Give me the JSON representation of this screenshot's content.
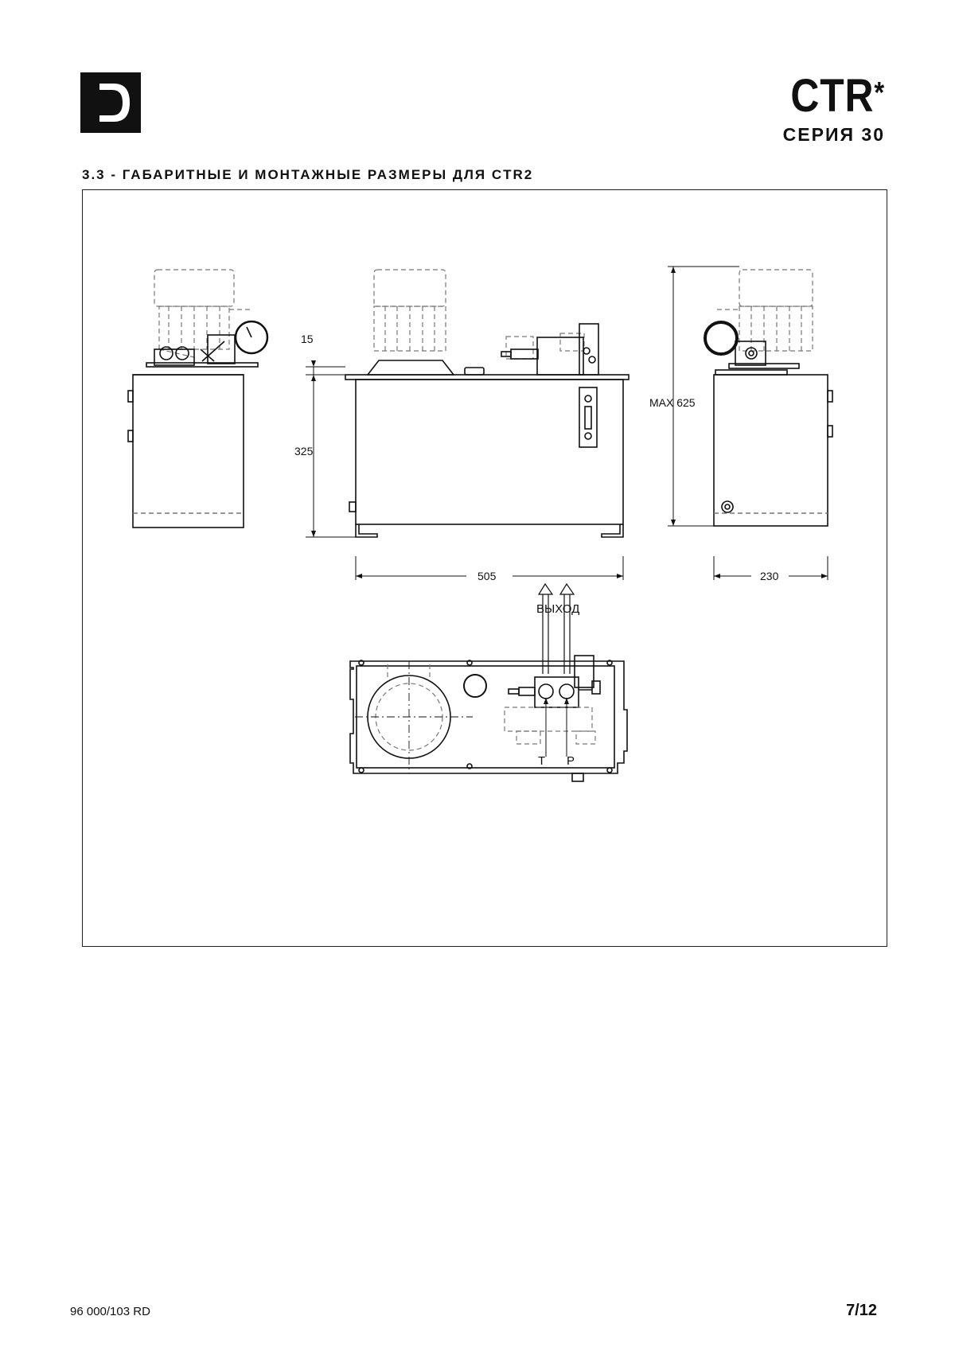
{
  "header": {
    "brand_title": "CTR",
    "brand_star": "*",
    "brand_series": "СЕРИЯ 30"
  },
  "section": {
    "title": "3.3 - ГАБАРИТНЫЕ И МОНТАЖНЫЕ РАЗМЕРЫ ДЛЯ CTR2"
  },
  "drawing": {
    "dim_15": "15",
    "dim_325": "325",
    "dim_505": "505",
    "dim_max625": "MAX 625",
    "dim_230": "230",
    "outlet_label": "ВЫХОД",
    "port_t": "T",
    "port_p": "P"
  },
  "footer": {
    "doc_code": "96 000/103 RD",
    "page": "7/12"
  }
}
